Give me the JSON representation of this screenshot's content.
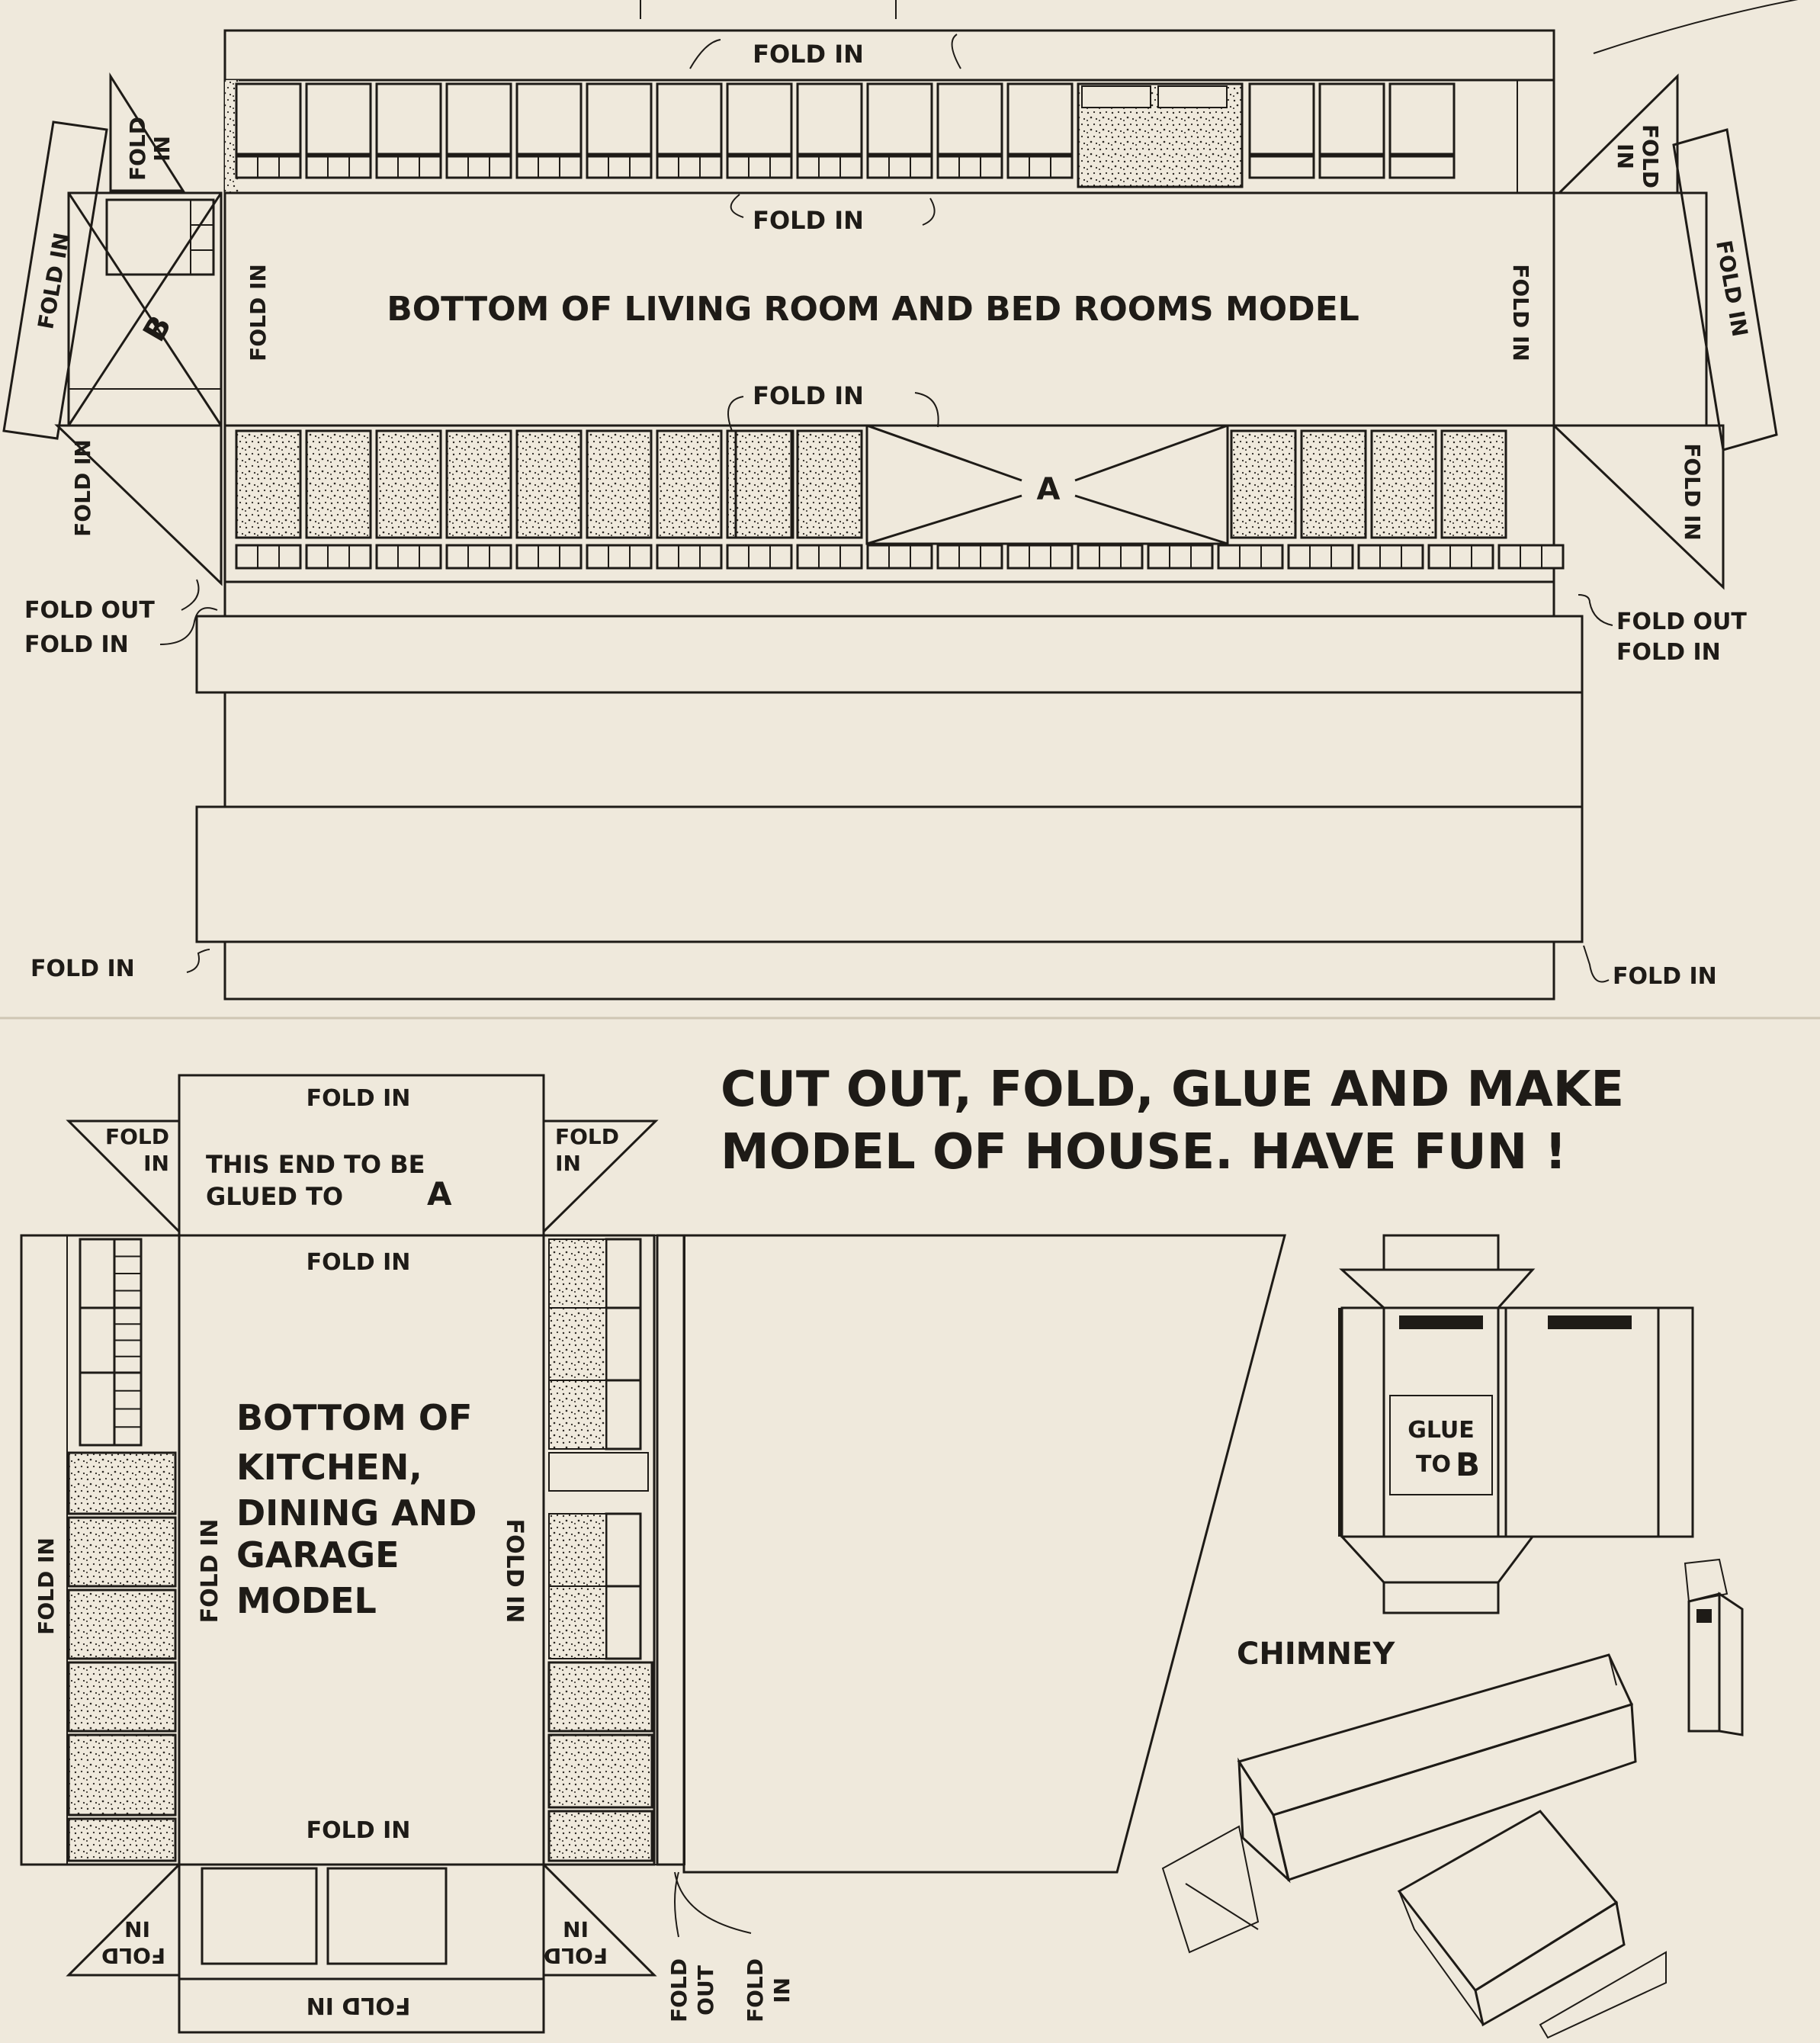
{
  "sheet": {
    "title_line1": "CUT OUT, FOLD, GLUE AND MAKE",
    "title_line2": "MODEL OF HOUSE.    HAVE FUN !"
  },
  "upper_model": {
    "bottom_label": "BOTTOM   OF  LIVING  ROOM  AND  BED  ROOMS  MODEL",
    "fold_in": "FOLD  IN",
    "fold_in_short": "FOLD IN",
    "fold_word": "FOLD",
    "in_word": "IN",
    "fold_out": "FOLD OUT",
    "marker_a": "A",
    "marker_b": "B"
  },
  "lower_model": {
    "bottom_label_lines": [
      "BOTTOM OF",
      "KITCHEN,",
      "DINING AND",
      "GARAGE",
      "MODEL"
    ],
    "glue_note_line1": "THIS END TO BE",
    "glue_note_line2": "GLUED  TO",
    "glue_target": "A",
    "fold_in": "FOLD IN",
    "fold_word": "FOLD",
    "in_word": "IN",
    "out_word": "OUT"
  },
  "chimney": {
    "label": "CHIMNEY",
    "glue_line1": "GLUE",
    "glue_line2": "TO",
    "glue_target": "B"
  },
  "colors": {
    "paper": "#efe9dc",
    "ink": "#1e1b17"
  }
}
